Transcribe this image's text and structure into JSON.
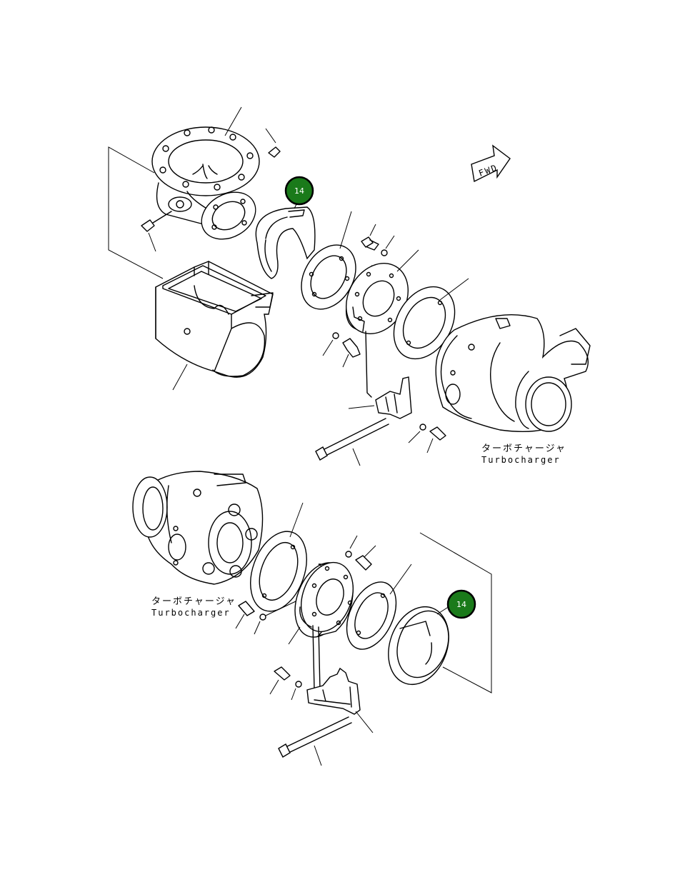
{
  "callouts": [
    {
      "id": "callout-top",
      "number": "14"
    },
    {
      "id": "callout-bottom",
      "number": "14"
    }
  ],
  "labels": {
    "top_turbo_jp": "ターボチャージャ",
    "top_turbo_en": "Turbocharger",
    "bottom_turbo_jp": "ターボチャージャ",
    "bottom_turbo_en": "Turbocharger",
    "fwd": "FWD"
  },
  "colors": {
    "callout_fill": "#1a7a1a",
    "callout_text": "#ffffff",
    "line": "#000000",
    "background": "#ffffff"
  }
}
